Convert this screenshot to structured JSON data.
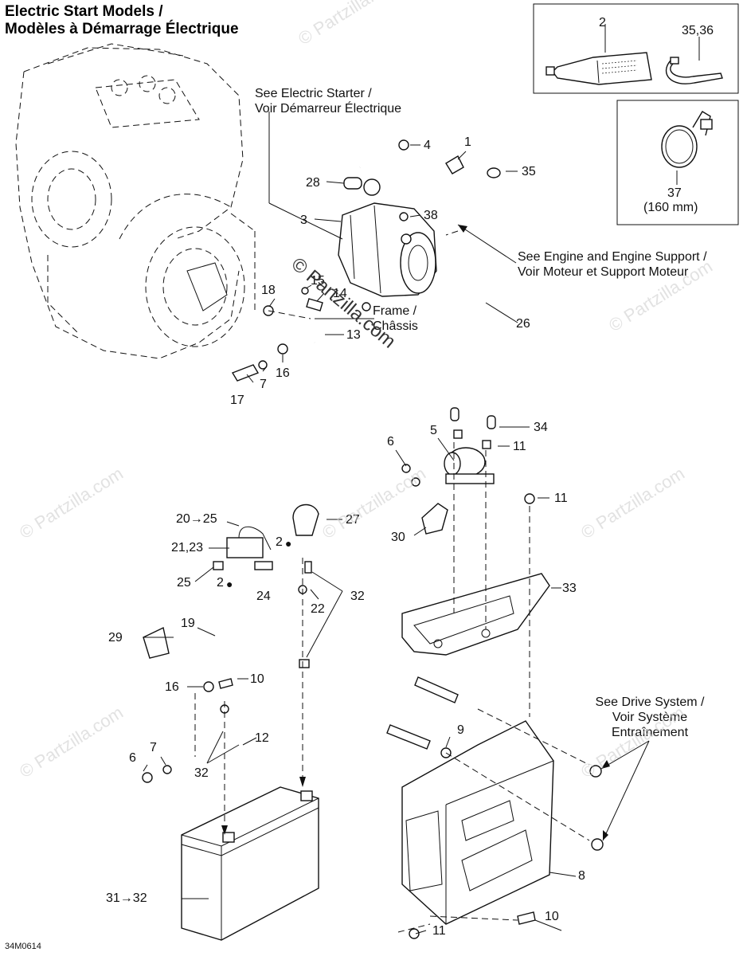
{
  "title": {
    "line1": "Electric Start Models /",
    "line2": "Modèles à Démarrage Électrique"
  },
  "notes": {
    "starter_line1": "See Electric Starter /",
    "starter_line2": "Voir Démarreur Électrique",
    "engine_line1": "See Engine and Engine Support /",
    "engine_line2": "Voir Moteur et Support Moteur",
    "frame_line1": "Frame /",
    "frame_line2": "Châssis",
    "drive_line1": "See Drive System /",
    "drive_line2": "Voir Système",
    "drive_line3": "Entraînement",
    "clamp_size": "(160 mm)"
  },
  "callouts": {
    "c1": "1",
    "c2": "2",
    "c3": "3",
    "c4": "4",
    "c5": "5",
    "c6a": "6",
    "c6b": "6",
    "c7a": "7",
    "c7b": "7",
    "c8": "8",
    "c9": "9",
    "c10a": "10",
    "c10b": "10",
    "c11a": "11",
    "c11b": "11",
    "c11c": "11",
    "c12": "12",
    "c13": "13",
    "c14": "14",
    "c15": "15",
    "c16a": "16",
    "c16b": "16",
    "c17": "17",
    "c18": "18",
    "c19": "19",
    "c20": "20→25",
    "c21": "21,23",
    "c22": "22",
    "c24": "24",
    "c25": "25",
    "c2drop_a": "2",
    "c2drop_b": "2",
    "c26": "26",
    "c27": "27",
    "c28": "28",
    "c29": "29",
    "c30": "30",
    "c31": "31→32",
    "c32a": "32",
    "c32b": "32",
    "c33": "33",
    "c34": "34",
    "c35": "35",
    "c35_36": "35,36",
    "c37": "37",
    "c38": "38"
  },
  "diagram_code": "34M0614",
  "watermark": "© Partzilla.com",
  "watermark_center": "© Partzilla.com",
  "colors": {
    "line": "#111111",
    "watermark": "#cfcfcf"
  }
}
